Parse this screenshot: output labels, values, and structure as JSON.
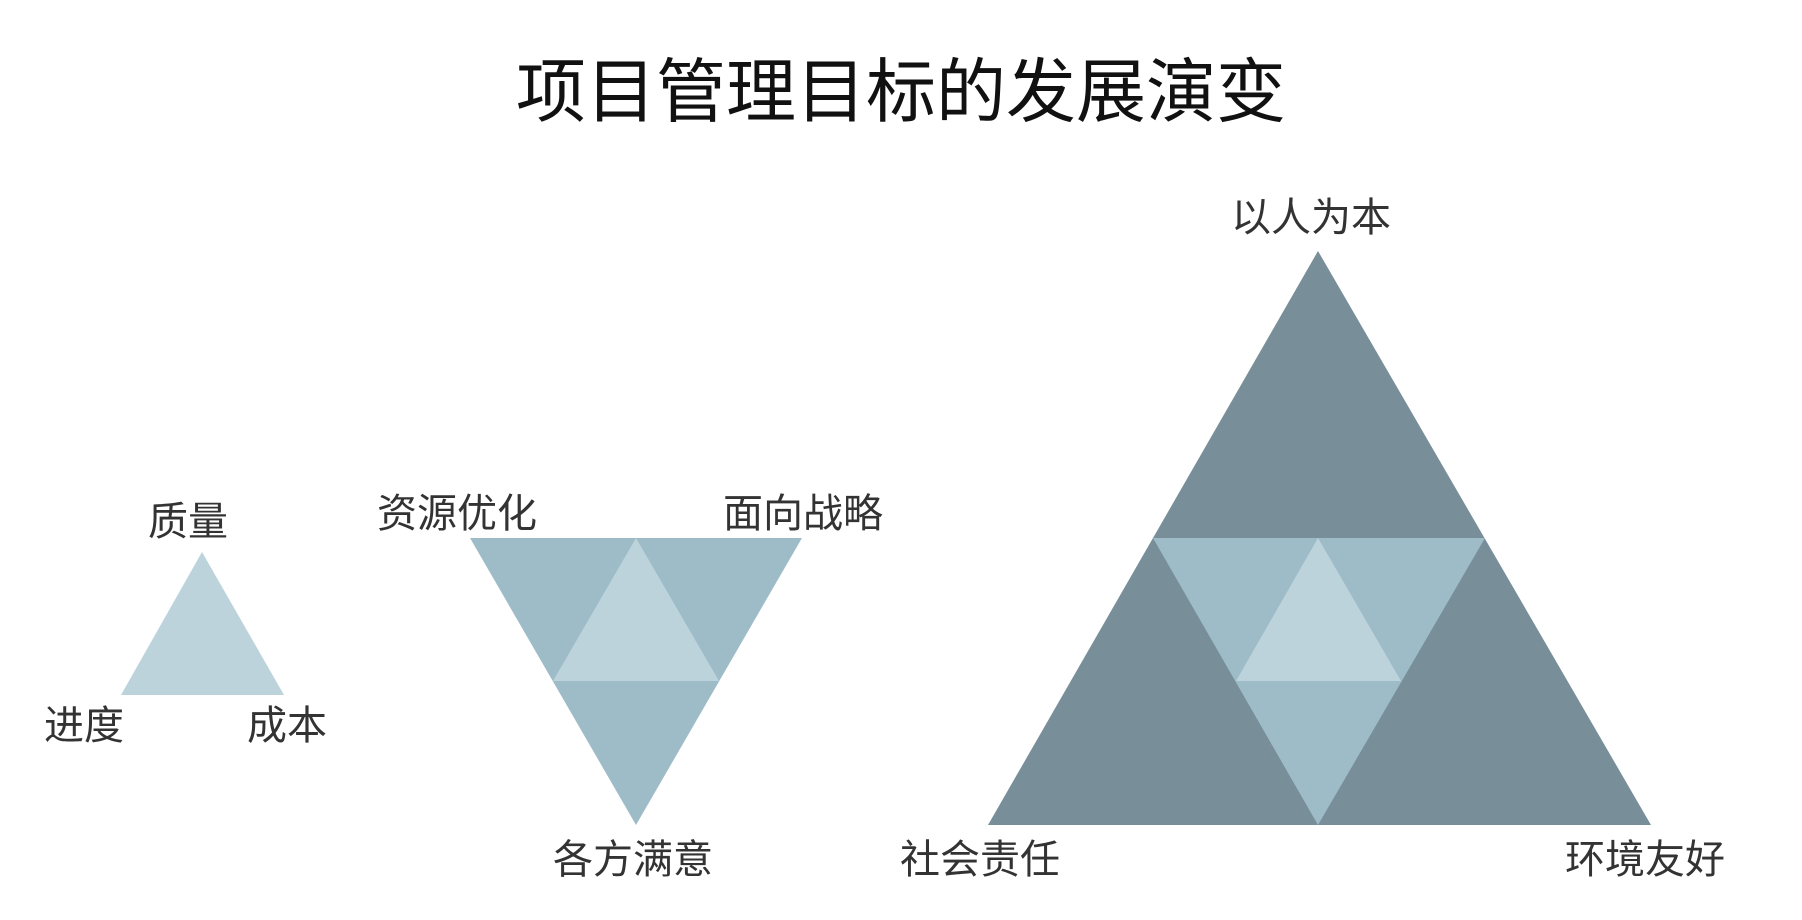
{
  "title": "项目管理目标的发展演变",
  "colors": {
    "light": "#bcd3dc",
    "medium": "#9ebcc8",
    "dark": "#788e98"
  },
  "stage1": {
    "top": "质量",
    "left": "进度",
    "right": "成本"
  },
  "stage2": {
    "top_left": "资源优化",
    "top_right": "面向战略",
    "bottom": "各方满意"
  },
  "stage3": {
    "top": "以人为本",
    "bottom_left": "社会责任",
    "bottom_right": "环境友好"
  }
}
